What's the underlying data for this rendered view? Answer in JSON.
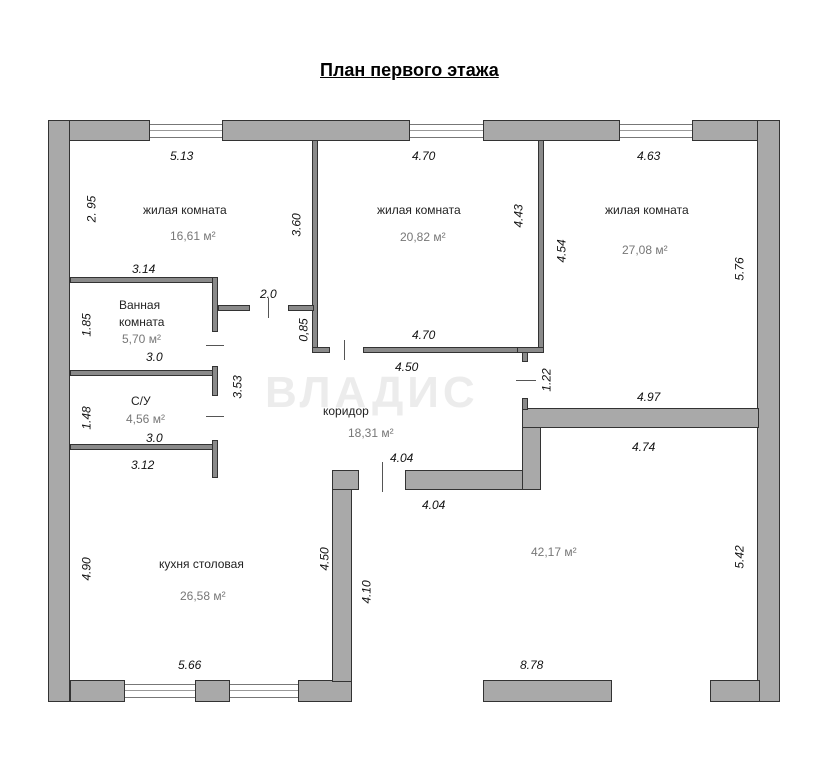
{
  "title": "План первого этажа",
  "watermark": "ВЛАДИС",
  "rooms": {
    "living1": {
      "name": "жилая комната",
      "area": "16,61 м²"
    },
    "living2": {
      "name": "жилая комната",
      "area": "20,82 м²"
    },
    "living3": {
      "name": "жилая комната",
      "area": "27,08 м²"
    },
    "bath": {
      "name1": "Ванная",
      "name2": "комната",
      "area": "5,70 м²"
    },
    "wc": {
      "name": "С/У",
      "area": "4,56 м²"
    },
    "corridor": {
      "name": "коридор",
      "area": "18,31 м²"
    },
    "kitchen": {
      "name": "кухня столовая",
      "area": "26,58 м²"
    },
    "big": {
      "area": "42,17 м²"
    }
  },
  "dims": {
    "d513": "5.13",
    "d295": "2. 95",
    "d360": "3.60",
    "d314": "3.14",
    "d20": "2.0",
    "d085": "0,85",
    "d470a": "4.70",
    "d443": "4.43",
    "d470b": "4.70",
    "d450a": "4.50",
    "d463": "4.63",
    "d454": "4.54",
    "d576": "5.76",
    "d122": "1.22",
    "d497": "4.97",
    "d185": "1.85",
    "d30a": "3.0",
    "d353": "3.53",
    "d148": "1.48",
    "d30b": "3.0",
    "d312": "3.12",
    "d404a": "4.04",
    "d404b": "4.04",
    "d474": "4.74",
    "d490": "4.90",
    "d450b": "4.50",
    "d410": "4.10",
    "d542": "5.42",
    "d566": "5.66",
    "d878": "8.78"
  }
}
